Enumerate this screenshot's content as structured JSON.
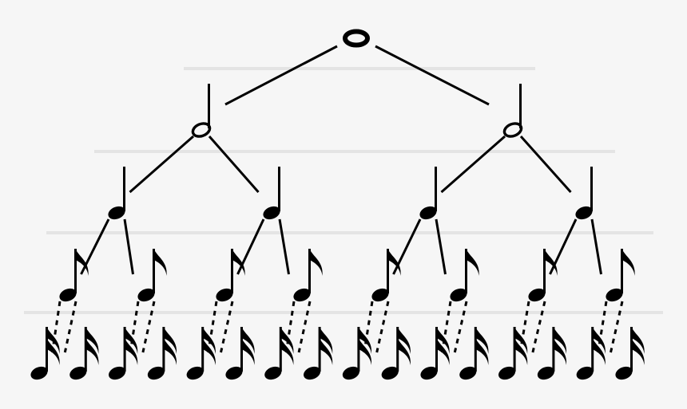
{
  "diagram": {
    "type": "note-value-division-tree",
    "levels": [
      {
        "note": "whole-note",
        "count": 1
      },
      {
        "note": "half-note",
        "count": 2
      },
      {
        "note": "quarter-note",
        "count": 4
      },
      {
        "note": "eighth-note",
        "count": 8
      },
      {
        "note": "sixteenth-note",
        "count": 16
      }
    ],
    "colors": {
      "background": "#f6f6f6",
      "ink": "#000000",
      "guide_lines": "#e4e4e4"
    }
  }
}
